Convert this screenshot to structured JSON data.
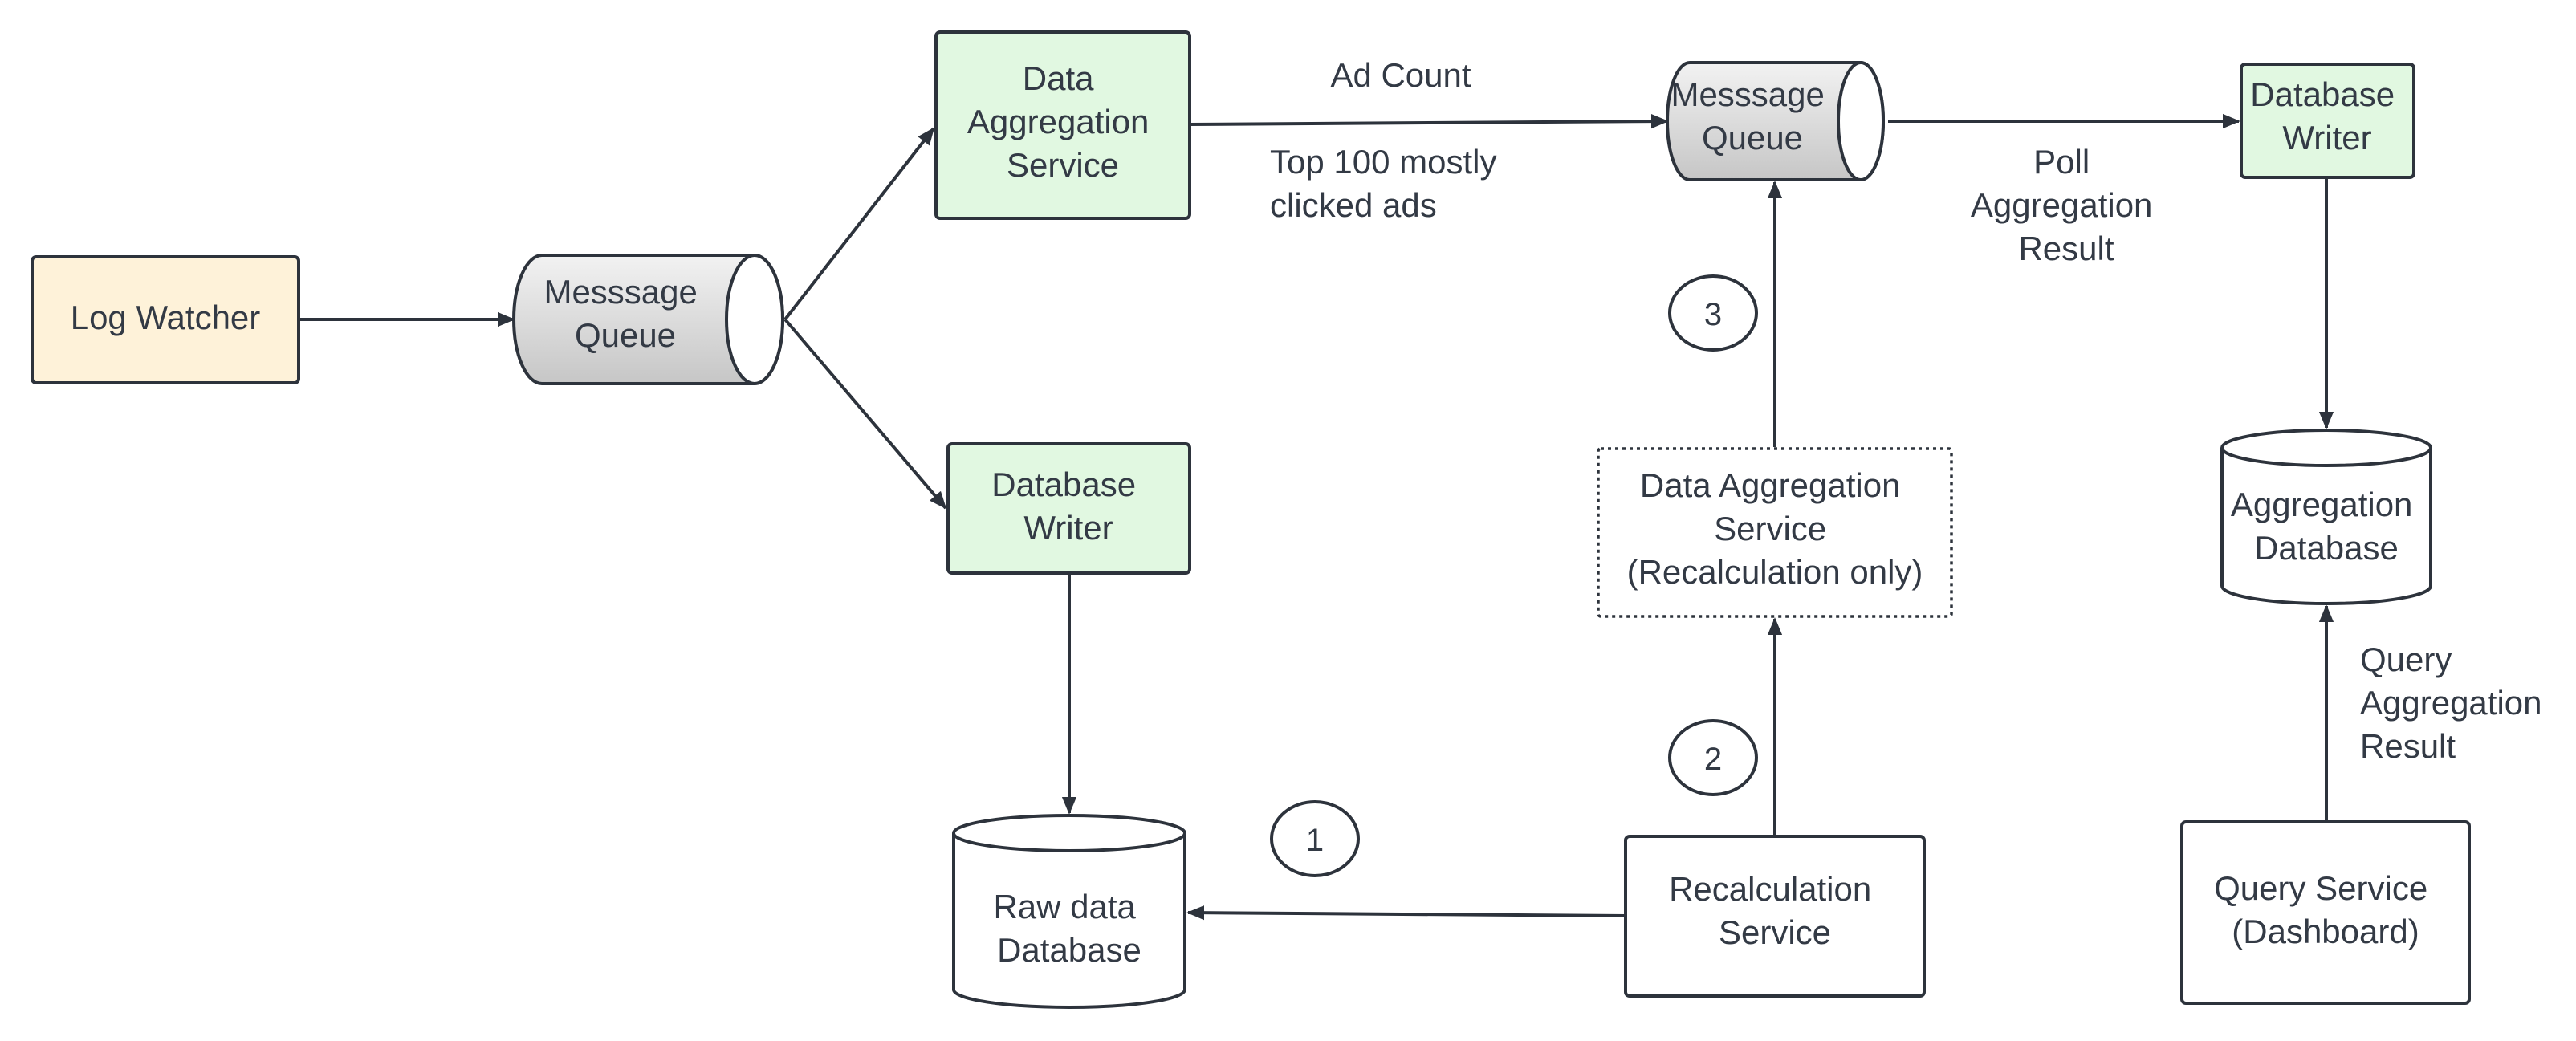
{
  "colors": {
    "stroke": "#2d333c",
    "text": "#333a45",
    "log_watcher_fill": "#fef2d9",
    "service_fill": "#e1f8e1",
    "queue_fill_light": "#f2f2f2",
    "queue_fill_dark": "#c6c6c6",
    "plain_fill": "#ffffff"
  },
  "nodes": {
    "log_watcher": {
      "lines": [
        "Log Watcher"
      ]
    },
    "queue_left": {
      "lines": [
        "Messsage",
        "Queue"
      ]
    },
    "data_aggregation_service": {
      "lines": [
        "Data",
        "Aggregation",
        "Service"
      ]
    },
    "database_writer_left": {
      "lines": [
        "Database",
        "Writer"
      ]
    },
    "raw_data_database": {
      "lines": [
        "Raw data",
        "Database"
      ]
    },
    "queue_right": {
      "lines": [
        "Messsage",
        "Queue"
      ]
    },
    "database_writer_right": {
      "lines": [
        "Database",
        "Writer"
      ]
    },
    "recalc_aggregation_service": {
      "lines": [
        "Data Aggregation",
        "Service",
        "(Recalculation only)"
      ]
    },
    "recalculation_service": {
      "lines": [
        "Recalculation",
        "Service"
      ]
    },
    "aggregation_database": {
      "lines": [
        "Aggregation",
        "Database"
      ]
    },
    "query_service": {
      "lines": [
        "Query Service",
        "(Dashboard)"
      ]
    }
  },
  "edge_labels": {
    "ad_count": [
      "Ad Count"
    ],
    "top_100": [
      "Top 100 mostly",
      "clicked ads"
    ],
    "poll": [
      "Poll",
      "Aggregation",
      "Result"
    ],
    "query": [
      "Query",
      "Aggregation",
      "Result"
    ]
  },
  "badges": {
    "step_1": "1",
    "step_2": "2",
    "step_3": "3"
  }
}
